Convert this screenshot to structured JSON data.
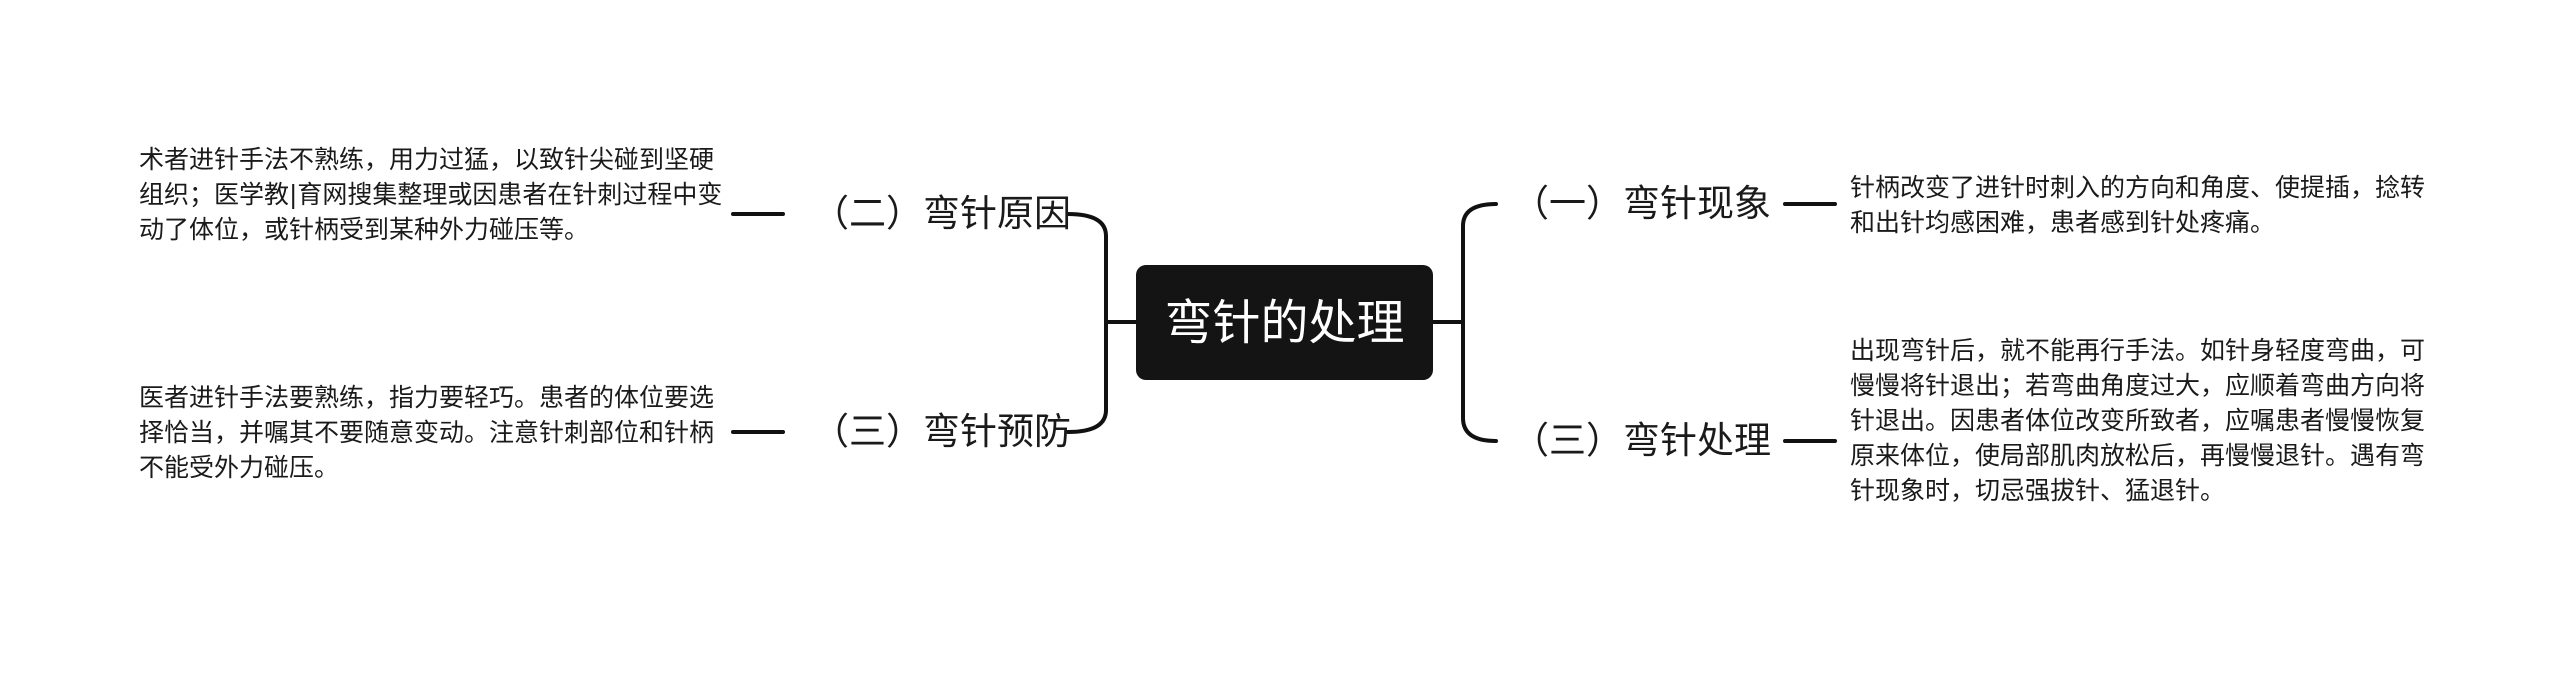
{
  "root": {
    "title": "弯针的处理"
  },
  "left_branches": [
    {
      "label": "（二）弯针原因",
      "detail": "术者进针手法不熟练，用力过猛，以致针尖碰到坚硬组织；医学教|育网搜集整理或因患者在针刺过程中变动了体位，或针柄受到某种外力碰压等。"
    },
    {
      "label": "（三）弯针预防",
      "detail": "医者进针手法要熟练，指力要轻巧。患者的体位要选择恰当，并嘱其不要随意变动。注意针刺部位和针柄不能受外力碰压。"
    }
  ],
  "right_branches": [
    {
      "label": "（一）弯针现象",
      "detail": "针柄改变了进针时刺入的方向和角度、使提插，捻转和出针均感困难，患者感到针处疼痛。"
    },
    {
      "label": "（三）弯针处理",
      "detail": "出现弯针后，就不能再行手法。如针身轻度弯曲，可慢慢将针退出；若弯曲角度过大，应顺着弯曲方向将针退出。因患者体位改变所致者，应嘱患者慢慢恢复原来体位，使局部肌肉放松后，再慢慢退针。遇有弯针现象时，切忌强拔针、猛退针。"
    }
  ]
}
